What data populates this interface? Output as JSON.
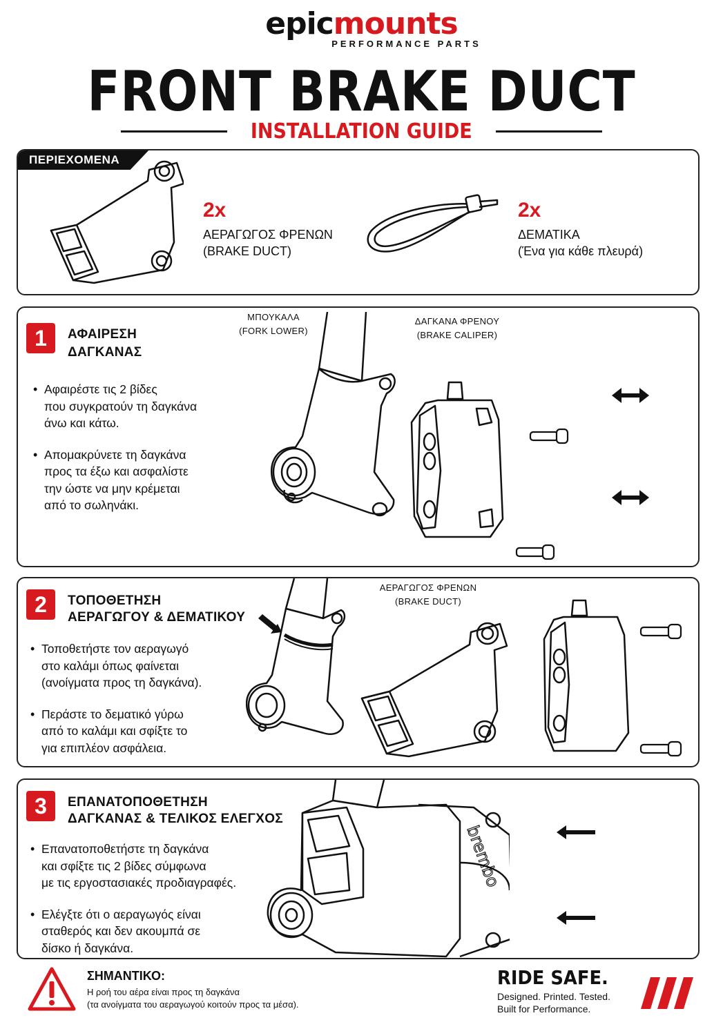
{
  "brand": {
    "part1": "epic",
    "part2": "mounts",
    "tagline": "PERFORMANCE PARTS"
  },
  "title": "FRONT BRAKE DUCT",
  "subtitle": "INSTALLATION GUIDE",
  "contents": {
    "tab": "ΠΕΡΙΕΧΟΜΕΝΑ",
    "items": [
      {
        "qty": "2x",
        "name": "ΑΕΡΑΓΩΓΟΣ ΦΡΕΝΩΝ",
        "note": "(BRAKE DUCT)"
      },
      {
        "qty": "2x",
        "name": "ΔΕΜΑΤΙΚΑ",
        "note": "(Ένα για κάθε πλευρά)"
      }
    ]
  },
  "steps": [
    {
      "number": "1",
      "title_line1": "ΑΦΑΙΡΕΣΗ",
      "title_line2": "ΔΑΓΚΑΝΑΣ",
      "bullets": [
        "Αφαιρέστε τις 2 βίδες\nπου συγκρατούν τη δαγκάνα\nάνω και κάτω.",
        "Απομακρύνετε τη δαγκάνα\nπρος τα έξω και ασφαλίστε\nτην ώστε να μην κρέμεται\nαπό το σωληνάκι."
      ],
      "callouts": [
        {
          "line1": "ΜΠΟΥΚΑΛΑ",
          "line2": "(FORK LOWER)"
        },
        {
          "line1": "ΔΑΓΚΑΝΑ ΦΡΕΝΟΥ",
          "line2": "(BRAKE CALIPER)"
        }
      ]
    },
    {
      "number": "2",
      "title_line1": "ΤΟΠΟΘΕΤΗΣΗ",
      "title_line2": "ΑΕΡΑΓΩΓΟΥ & ΔΕΜΑΤΙΚΟΥ",
      "bullets": [
        "Τοποθετήστε τον αεραγωγό\nστο καλάμι όπως φαίνεται\n(ανοίγματα προς τη δαγκάνα).",
        "Περάστε το δεματικό γύρω\nαπό το καλάμι και σφίξτε το\nγια επιπλέον ασφάλεια."
      ],
      "callouts": [
        {
          "line1": "ΑΕΡΑΓΩΓΟΣ ΦΡΕΝΩΝ",
          "line2": "(BRAKE DUCT)"
        }
      ]
    },
    {
      "number": "3",
      "title_line1": "ΕΠΑΝΑΤΟΠΟΘΕΤΗΣΗ",
      "title_line2": "ΔΑΓΚΑΝΑΣ & ΤΕΛΙΚΟΣ ΕΛΕΓΧΟΣ",
      "bullets": [
        "Επανατοποθετήστε τη δαγκάνα\nκαι σφίξτε τις 2 βίδες σύμφωνα\nμε τις εργοστασιακές προδιαγραφές.",
        "Ελέγξτε ότι ο αεραγωγός είναι\nσταθερός και δεν ακουμπά σε\nδίσκο ή δαγκάνα."
      ]
    }
  ],
  "caliper_brand": "brembo",
  "footer": {
    "warning_title": "ΣΗΜΑΝΤΙΚΟ:",
    "warning_line1": "Η ροή του αέρα είναι προς τη δαγκάνα",
    "warning_line2": "(τα ανοίγματα του αεραγωγού κοιτούν προς τα μέσα).",
    "slogan": "RIDE SAFE.",
    "slogan_line1": "Designed. Printed. Tested.",
    "slogan_line2": "Built for Performance."
  },
  "colors": {
    "accent": "#d71a20",
    "ink": "#111111"
  },
  "icons": [
    "warning-triangle-icon",
    "double-arrow-icon",
    "left-arrow-icon",
    "brand-stripes-icon"
  ]
}
